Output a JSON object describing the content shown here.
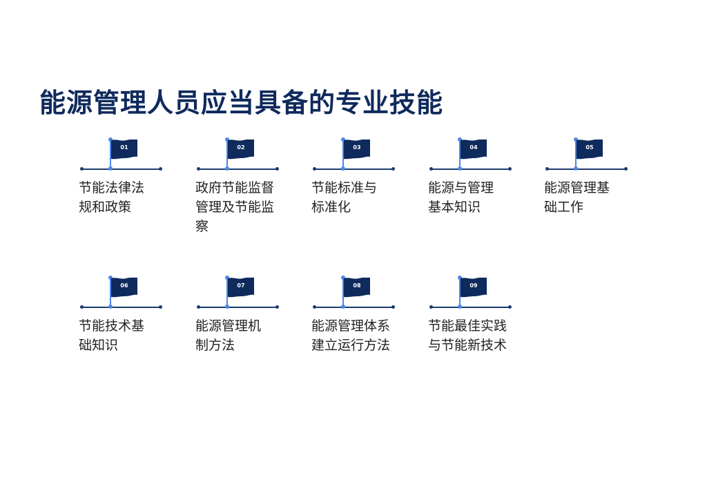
{
  "title": "能源管理人员应当具备的专业技能",
  "colors": {
    "title": "#0f2a5c",
    "flag": "#0f2a5c",
    "pole": "#4a86e8",
    "line": "#1b3a6e",
    "label": "#222222"
  },
  "items": [
    {
      "num": "01",
      "line1": "节能法律法",
      "line2": "规和政策",
      "line3": ""
    },
    {
      "num": "02",
      "line1": "政府节能监督",
      "line2": "管理及节能监",
      "line3": "察"
    },
    {
      "num": "03",
      "line1": "节能标准与",
      "line2": "标准化",
      "line3": ""
    },
    {
      "num": "04",
      "line1": "能源与管理",
      "line2": "基本知识",
      "line3": ""
    },
    {
      "num": "05",
      "line1": "能源管理基",
      "line2": "础工作",
      "line3": ""
    },
    {
      "num": "06",
      "line1": "节能技术基",
      "line2": "础知识",
      "line3": ""
    },
    {
      "num": "07",
      "line1": "能源管理机",
      "line2": "制方法",
      "line3": ""
    },
    {
      "num": "08",
      "line1": "能源管理体系",
      "line2": "建立运行方法",
      "line3": ""
    },
    {
      "num": "09",
      "line1": "节能最佳实践",
      "line2": "与节能新技术",
      "line3": ""
    }
  ]
}
